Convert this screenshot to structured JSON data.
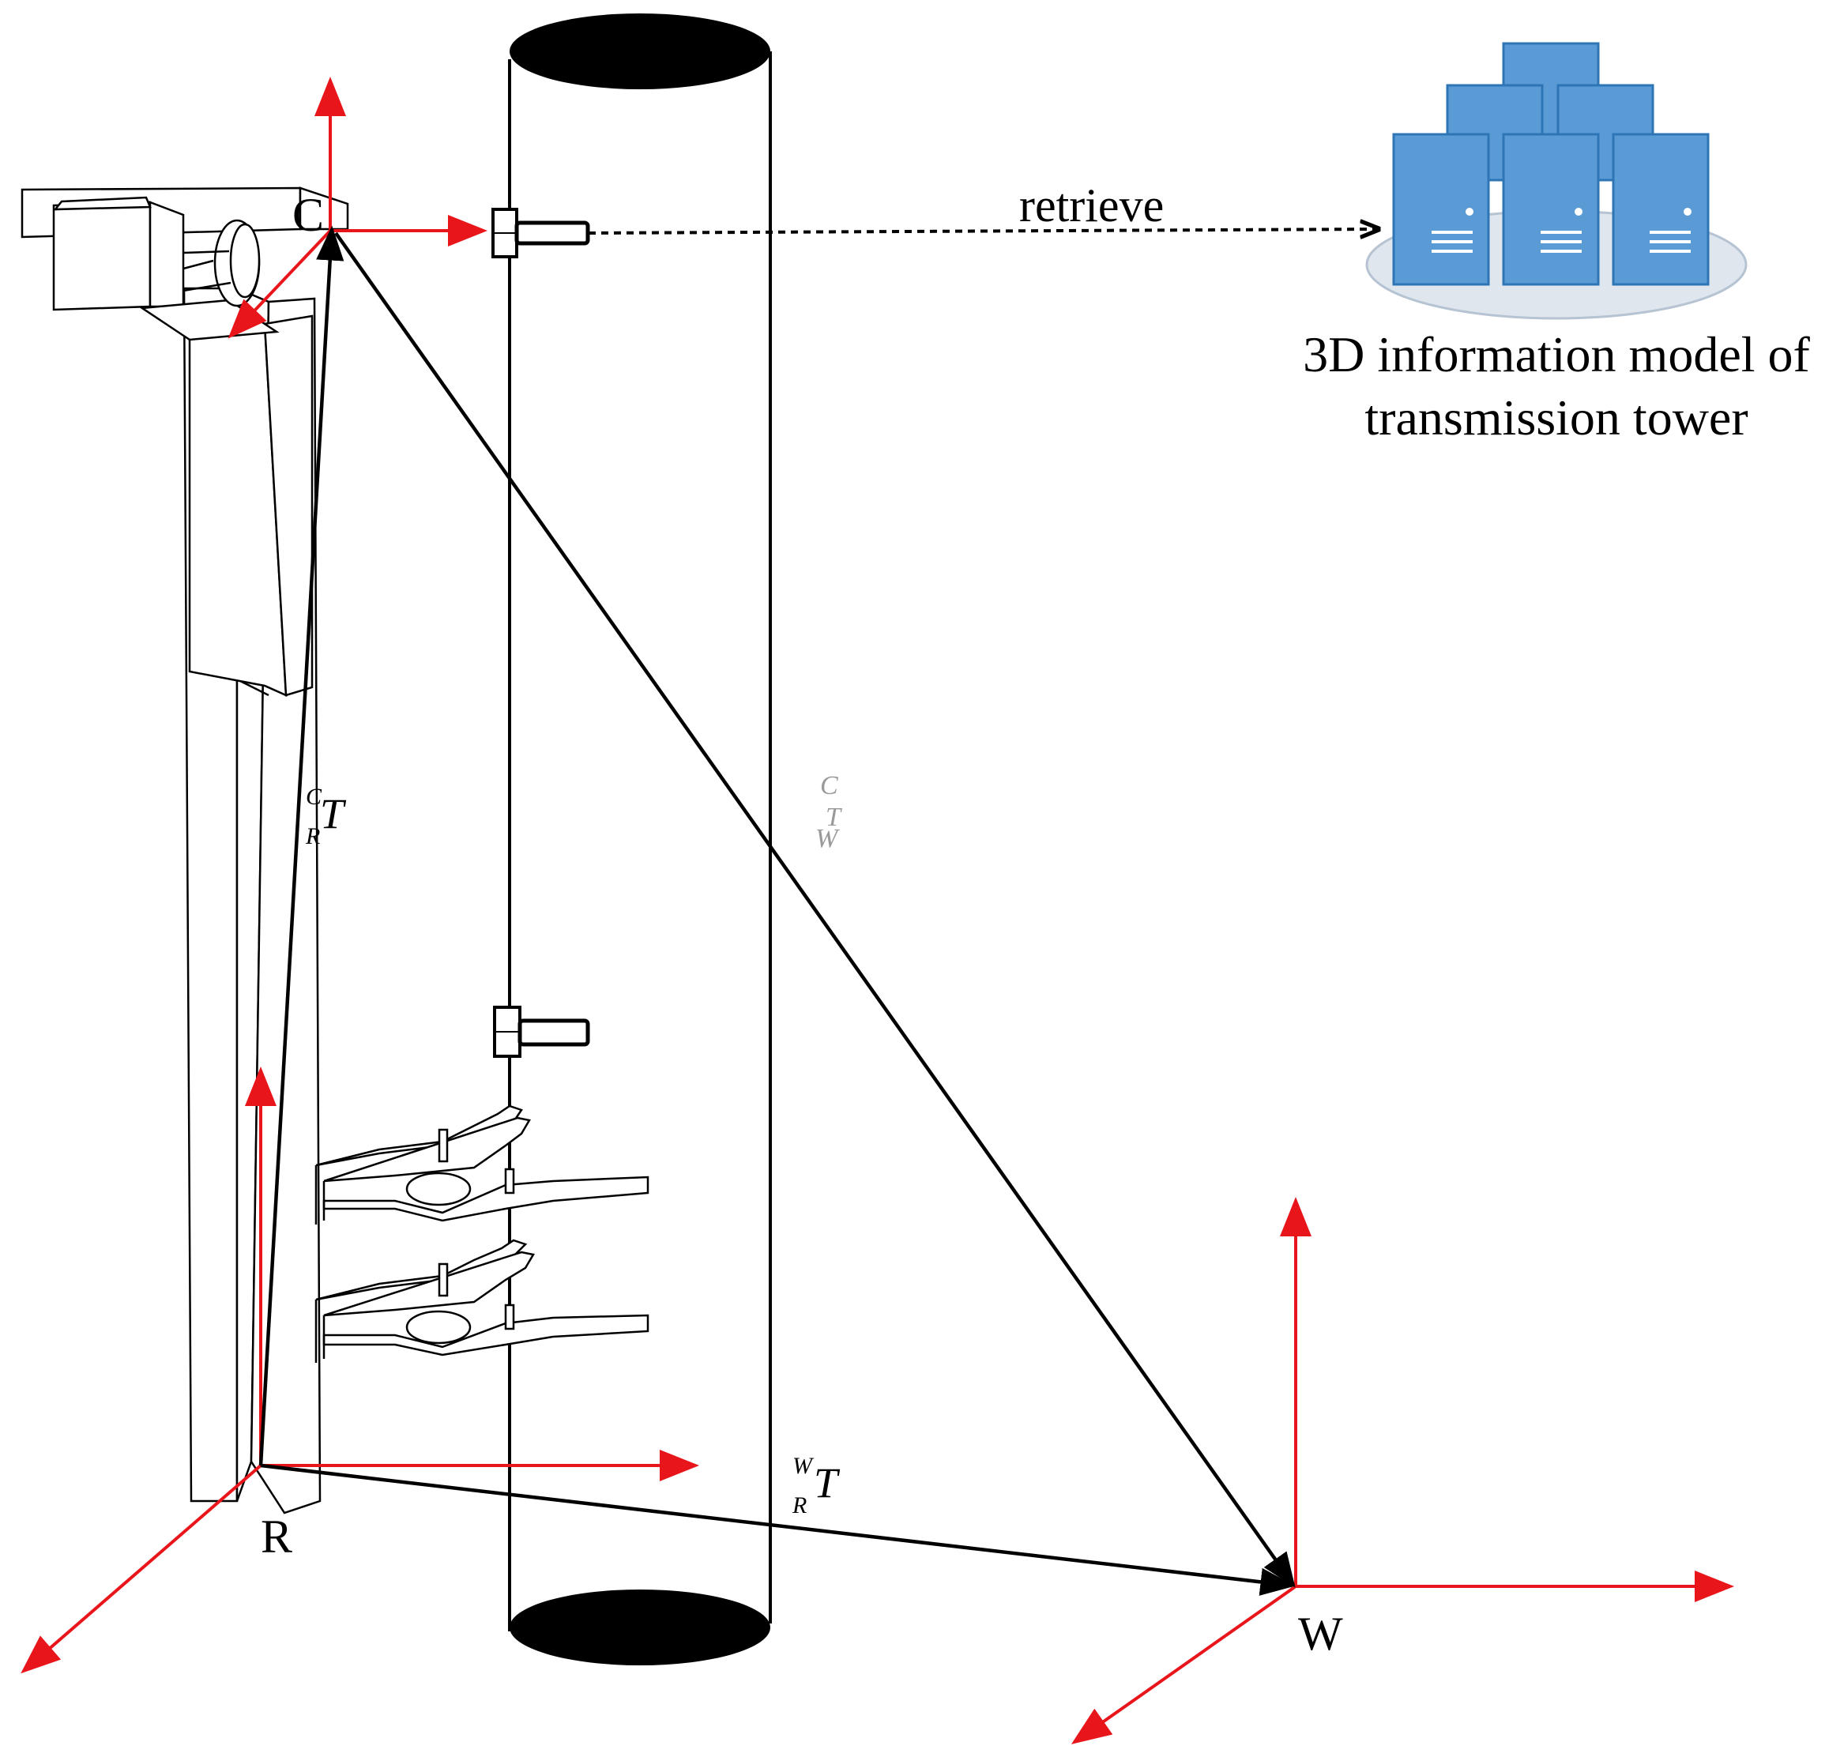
{
  "labels": {
    "frame_c": "C",
    "frame_r": "R",
    "frame_w": "W",
    "retrieve": "retrieve",
    "model_line1": "3D information model of",
    "model_line2": "transmission tower"
  },
  "transforms": {
    "c_r": {
      "base": "T",
      "super": "C",
      "sub": "R"
    },
    "w_r": {
      "base": "T",
      "super": "W",
      "sub": "R"
    },
    "c_w": {
      "base": "T",
      "super": "C",
      "sub": "W"
    }
  },
  "colors": {
    "axis": "#e8151b",
    "line": "#000000",
    "server": "#5b9bd5",
    "server_border": "#2e75b6",
    "platform": "#dfe6ee"
  },
  "icons": [
    "camera-icon",
    "bolt-icon",
    "gripper-icon",
    "server-stack-icon"
  ]
}
